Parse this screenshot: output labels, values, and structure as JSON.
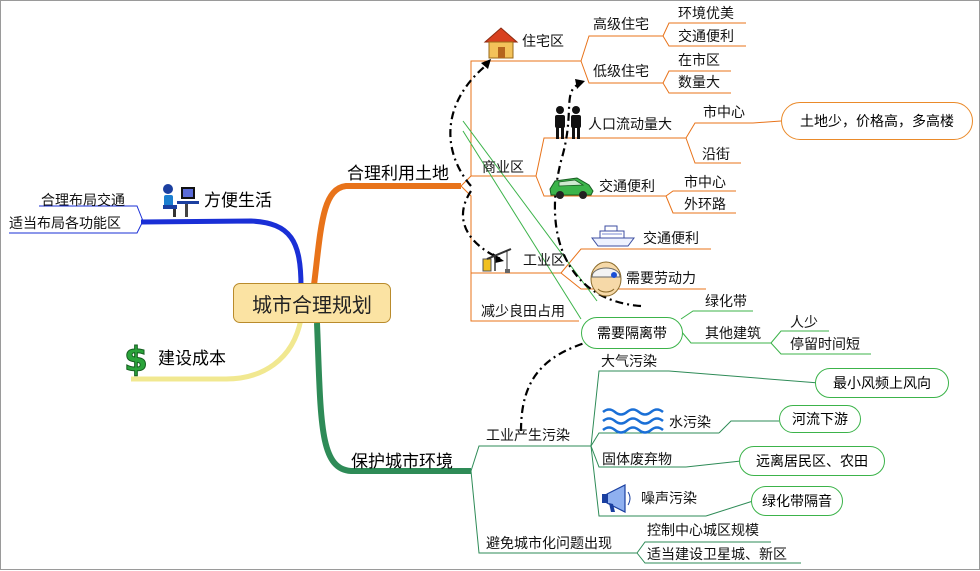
{
  "center": "城市合理规划",
  "left": {
    "convenience": {
      "title": "方便生活",
      "icon": "computer-user-icon",
      "items": [
        "合理布局交通",
        "适当布局各功能区"
      ]
    },
    "cost": {
      "title": "建设成本",
      "icon": "dollar-icon"
    }
  },
  "land": {
    "title": "合理利用土地",
    "residential": {
      "title": "住宅区",
      "icon": "house-icon",
      "high": {
        "label": "高级住宅",
        "items": [
          "环境优美",
          "交通便利"
        ]
      },
      "low": {
        "label": "低级住宅",
        "items": [
          "在市区",
          "数量大"
        ]
      }
    },
    "commercial": {
      "title": "商业区",
      "crowd": {
        "label": "人口流动量大",
        "icon": "people-icon",
        "items": [
          "市中心",
          "沿街"
        ],
        "note": "土地少，价格高，多高楼"
      },
      "traffic": {
        "label": "交通便利",
        "icon": "car-icon",
        "items": [
          "市中心",
          "外环路"
        ]
      }
    },
    "industrial": {
      "title": "工业区",
      "icon": "crane-icon",
      "traffic": {
        "label": "交通便利",
        "icon": "ship-icon"
      },
      "labor": {
        "label": "需要劳动力",
        "icon": "worker-icon"
      },
      "isolation": {
        "label": "需要隔离带",
        "items": [
          "绿化带",
          "其他建筑"
        ],
        "other": [
          "人少",
          "停留时间短"
        ]
      }
    },
    "farmland": "减少良田占用"
  },
  "env": {
    "title": "保护城市环境",
    "pollution": {
      "title": "工业产生污染",
      "air": {
        "label": "大气污染",
        "note": "最小风频上风向"
      },
      "water": {
        "label": "水污染",
        "icon": "water-waves-icon",
        "note": "河流下游"
      },
      "solid": {
        "label": "固体废弃物",
        "note": "远离居民区、农田"
      },
      "noise": {
        "label": "噪声污染",
        "icon": "megaphone-icon",
        "note": "绿化带隔音"
      }
    },
    "urban": {
      "title": "避免城市化问题出现",
      "items": [
        "控制中心城区规模",
        "适当建设卫星城、新区"
      ]
    }
  },
  "colors": {
    "orange": "#e8731a",
    "green": "#2e8b57",
    "blue": "#1a2fd6",
    "yellow": "#f0e68c",
    "bubble_green": "#3cb34a",
    "bubble_orange": "#ea8a2a"
  }
}
